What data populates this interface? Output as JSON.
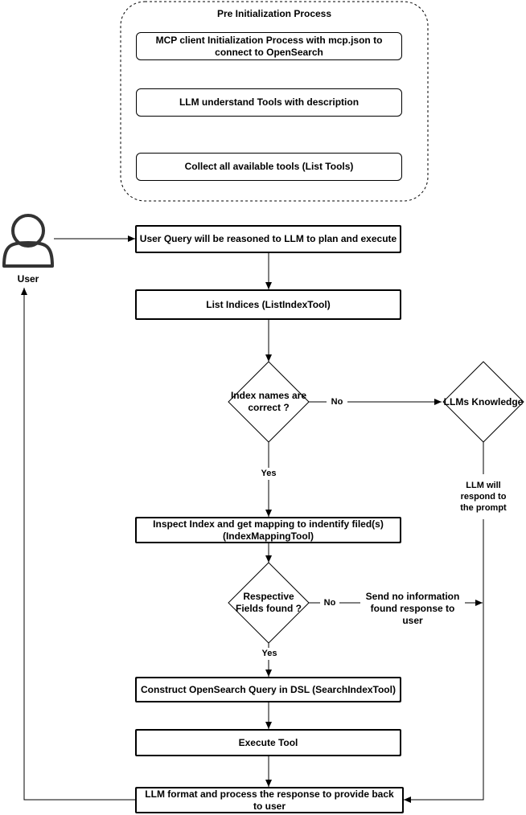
{
  "pre_init": {
    "title": "Pre Initialization Process",
    "step1": "MCP client Initialization Process with mcp.json to connect to OpenSearch",
    "step2": "LLM understand Tools with description",
    "step3": "Collect all available tools (List Tools)"
  },
  "user": {
    "label": "User",
    "icon": "user-icon"
  },
  "flow": {
    "user_query": "User Query will be reasoned to LLM to plan and execute",
    "list_indices": "List Indices (ListIndexTool)",
    "decision_index": "Index names are correct ?",
    "llm_knowledge": "LLMs Knowledge",
    "inspect_index": "Inspect Index and get mapping to indentify filed(s) (IndexMappingTool)",
    "decision_fields": "Respective Fields found ?",
    "construct_query": "Construct OpenSearch Query in DSL (SearchIndexTool)",
    "execute_tool": "Execute Tool",
    "final": "LLM format and process the response to provide back to user"
  },
  "edge_labels": {
    "index_no": "No",
    "index_yes": "Yes",
    "fields_no": "No",
    "fields_yes": "Yes",
    "llm_respond": "LLM will respond to the prompt",
    "no_info": "Send no information found response to user"
  }
}
